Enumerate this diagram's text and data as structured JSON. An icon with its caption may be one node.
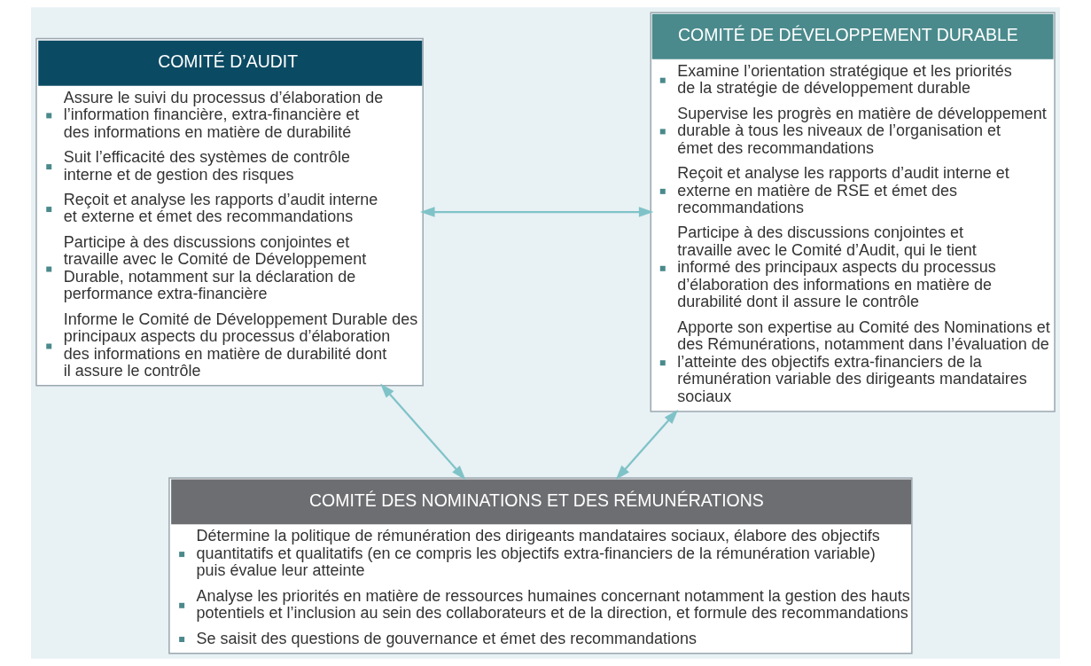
{
  "diagram": {
    "nodes": [
      {
        "text": [
          "COMITÉ D’AUDIT",
          "Assure le suivi du processus d’élaboration de l’information financière, extra-financière et des informations en matière de durabilité",
          "Suit l’efficacité des systèmes de contrôle interne et de gestion des risques",
          "Reçoit et analyse les rapports d’audit interne et externe et émet des recommandations",
          "Participe à des discussions conjointes et travaille avec le Comité de Développement Durable, notamment sur la déclaration de performance extra-financière",
          "Informe le Comité de Développement Durable des principaux aspects du processus d’élaboration des informations en matière de durabilité dont il assure le contrôle"
        ]
      },
      {
        "text": [
          "COMITÉ DE DÉVELOPPEMENT DURABLE",
          "Examine l’orientation stratégique et les priorités de la stratégie de développement durable",
          "Supervise les progrès en matière de développement durable à tous les niveaux de l’organisation et émet des recommandations",
          "Reçoit et analyse les rapports d’audit interne et externe en matière de RSE et émet des recommandations",
          "Participe à des discussions conjointes et travaille avec le Comité d’Audit, qui le tient informé des principaux aspects du processus d’élaboration des informations en matière de durabilité dont il assure le contrôle",
          "Apporte son expertise au Comité des Nominations et des Rémunérations, notamment dans l’évaluation de l’atteinte des objectifs extra-financiers de la rémunération variable des dirigeants mandataires sociaux"
        ]
      },
      {
        "text": [
          "COMITÉ DES NOMINATIONS ET DES RÉMUNÉRATIONS",
          "Détermine la politique de rémunération des dirigeants mandataires sociaux, élabore des objectifs quantitatifs et qualitatifs (en ce compris les objectifs extra-financiers de la rémunération variable) puis évalue leur atteinte",
          "Analyse les priorités en matière de ressources humaines concernant notamment la gestion des hauts potentiels et l’inclusion au sein des collaborateurs et de la direction, et formule des recommandations",
          "Se saisit des questions de gouvernance et émet des recommandations"
        ]
      }
    ],
    "edges": [
      {
        "from": 0,
        "to": 1,
        "arrow": "both"
      },
      {
        "from": 0,
        "to": 2,
        "arrow": "both"
      },
      {
        "from": 1,
        "to": 2,
        "arrow": "both"
      }
    ]
  }
}
